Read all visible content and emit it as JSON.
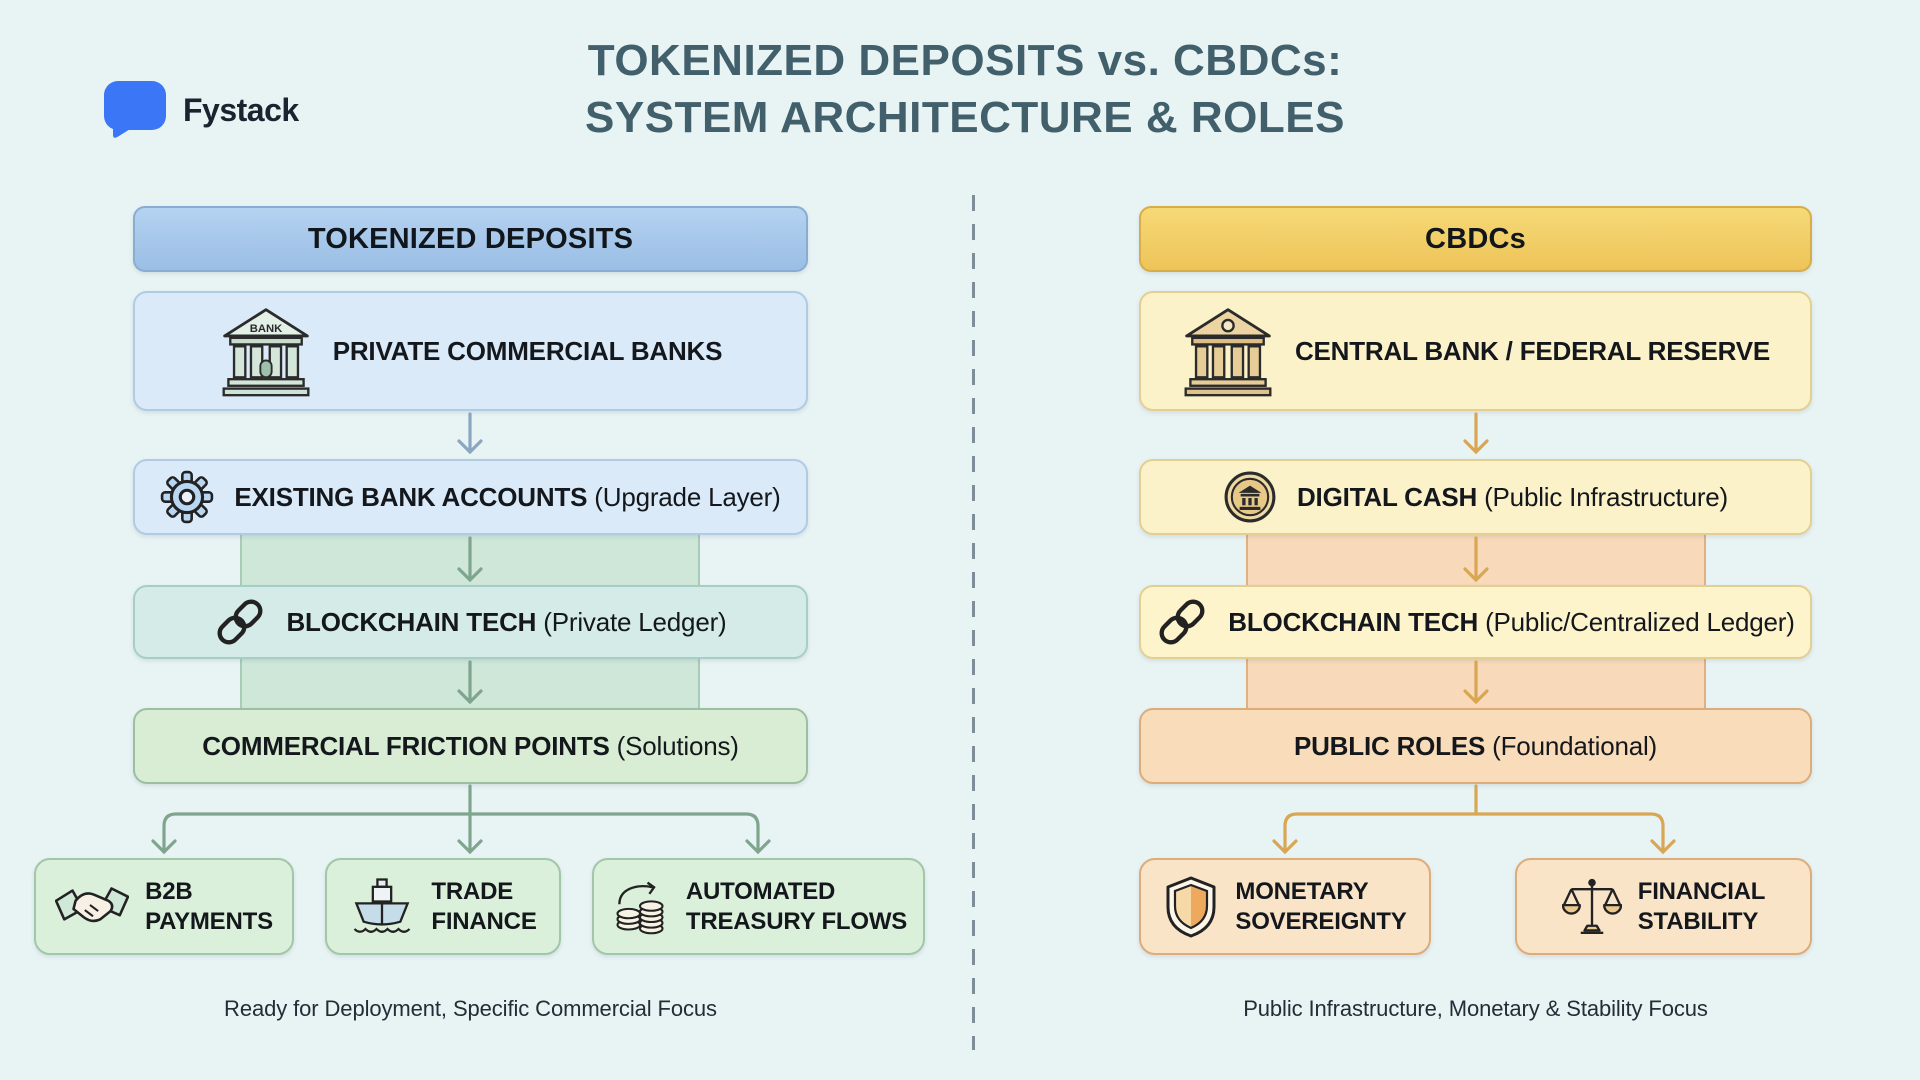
{
  "background_color": "#e8f3f4",
  "logo": {
    "text": "Fystack",
    "bubble_color": "#3b76f6",
    "text_color": "#1a2430"
  },
  "title": {
    "line1": "TOKENIZED DEPOSITS vs. CBDCs:",
    "line2": "SYSTEM ARCHITECTURE & ROLES",
    "color": "#42606b"
  },
  "left": {
    "header": {
      "label": "TOKENIZED DEPOSITS",
      "bg": "#a8c8ec"
    },
    "boxes": [
      {
        "icon": "bank-icon",
        "icon_label": "BANK",
        "bold": "PRIVATE COMMERCIAL BANKS",
        "normal": ""
      },
      {
        "icon": "gear-icon",
        "bold": "EXISTING BANK ACCOUNTS",
        "normal": " (Upgrade Layer)"
      },
      {
        "icon": "chain-link-icon",
        "bold": "BLOCKCHAIN TECH",
        "normal": " (Private Ledger)"
      },
      {
        "icon": "none",
        "bold": "COMMERCIAL FRICTION POINTS",
        "normal": " (Solutions)"
      }
    ],
    "leaves": [
      {
        "icon": "handshake-icon",
        "line1": "B2B",
        "line2": "PAYMENTS"
      },
      {
        "icon": "ship-icon",
        "line1": "TRADE",
        "line2": "FINANCE"
      },
      {
        "icon": "coins-icon",
        "line1": "AUTOMATED",
        "line2": "TREASURY FLOWS"
      }
    ],
    "caption": "Ready for Deployment, Specific Commercial Focus",
    "arrow_color_top": "#8aa6c0",
    "arrow_color": "#7fa58f"
  },
  "right": {
    "header": {
      "label": "CBDCs",
      "bg": "#f2ce63"
    },
    "boxes": [
      {
        "icon": "central-bank-icon",
        "bold": "CENTRAL BANK / FEDERAL RESERVE",
        "normal": ""
      },
      {
        "icon": "digital-cash-coin-icon",
        "bold": "DIGITAL CASH",
        "normal": " (Public Infrastructure)"
      },
      {
        "icon": "chain-link-icon",
        "bold": "BLOCKCHAIN TECH",
        "normal": " (Public/Centralized Ledger)"
      },
      {
        "icon": "none",
        "bold": "PUBLIC ROLES",
        "normal": " (Foundational)"
      }
    ],
    "leaves": [
      {
        "icon": "shield-icon",
        "line1": "MONETARY",
        "line2": "SOVEREIGNTY"
      },
      {
        "icon": "scales-icon",
        "line1": "FINANCIAL",
        "line2": "STABILITY"
      }
    ],
    "caption": "Public Infrastructure, Monetary & Stability Focus",
    "arrow_color": "#d9a653"
  }
}
